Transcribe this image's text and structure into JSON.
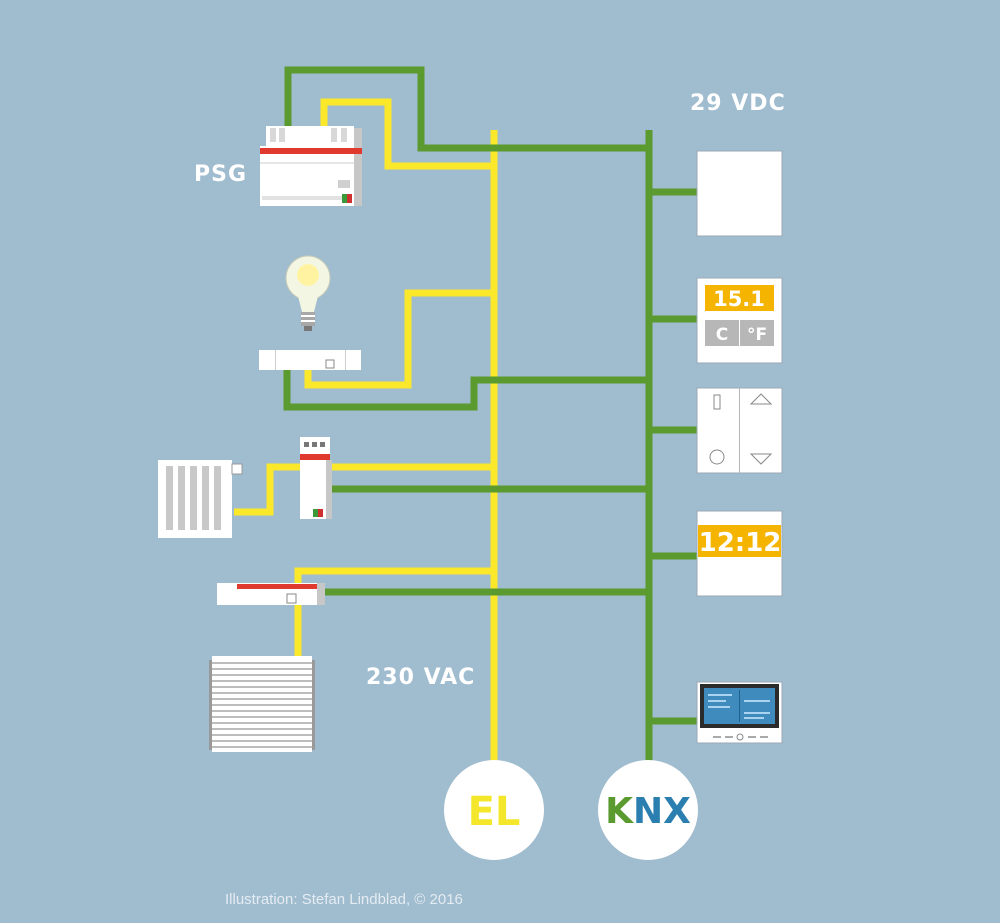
{
  "labels": {
    "psg": "PSG",
    "dc_voltage": "29 VDC",
    "ac_voltage": "230 VAC",
    "el": "EL",
    "knx": [
      "K",
      "N",
      "X"
    ],
    "credit": "Illustration: Stefan Lindblad, © 2016"
  },
  "devices": {
    "thermostat": {
      "reading": "15.1",
      "unit_c": "C",
      "unit_f": "°F"
    },
    "clock": {
      "time": "12:12"
    }
  },
  "colors": {
    "background": "#a0bccf",
    "power_wire": "#fce82a",
    "bus_wire": "#5a9a2f",
    "lcd": "#f5b400",
    "knx_green": "#5a9a2f",
    "knx_blue": "#2a7fb0"
  }
}
